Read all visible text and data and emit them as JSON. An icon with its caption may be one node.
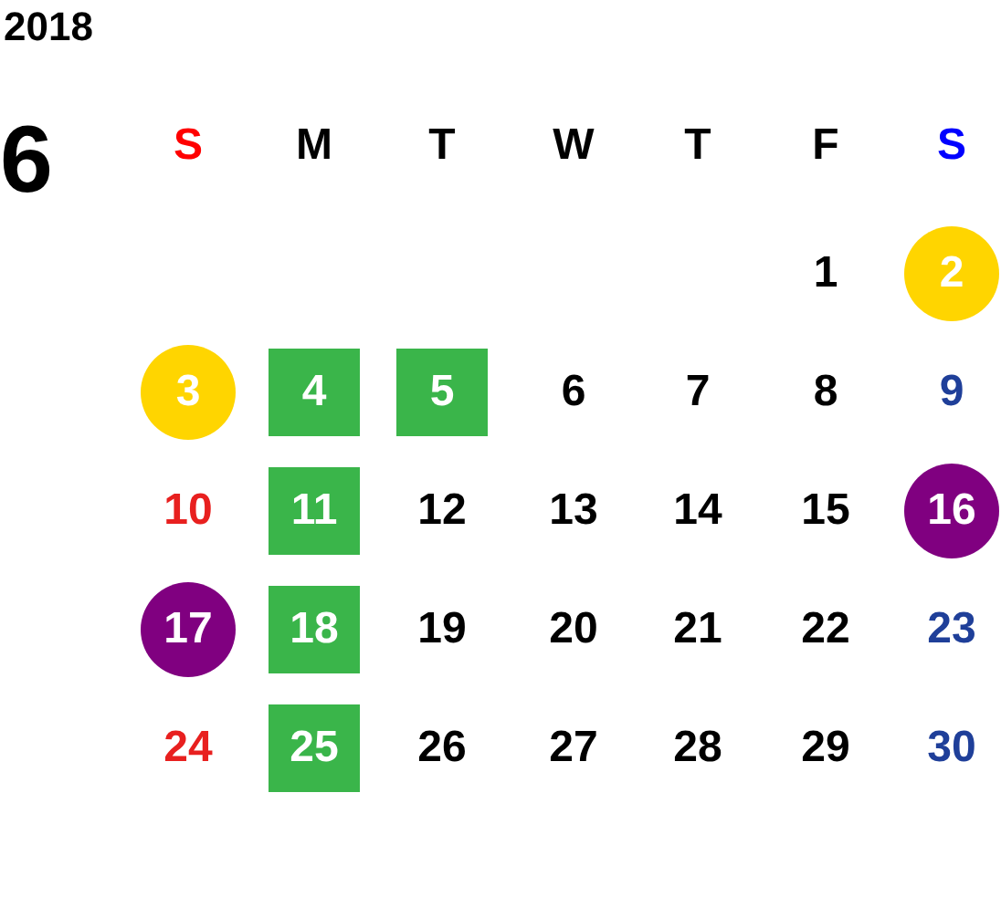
{
  "diagram": {
    "title": "2018",
    "nodes": [
      {
        "text": [
          "2"
        ]
      },
      {
        "text": [
          "3"
        ]
      },
      {
        "text": [
          "4"
        ]
      },
      {
        "text": [
          "5"
        ]
      },
      {
        "text": [
          "11"
        ]
      },
      {
        "text": [
          "16"
        ]
      },
      {
        "text": [
          "17"
        ]
      },
      {
        "text": [
          "18"
        ]
      },
      {
        "text": [
          "25"
        ]
      }
    ],
    "labels": [
      "6",
      "S",
      "M",
      "T",
      "W",
      "T",
      "F",
      "S",
      "1",
      "6",
      "7",
      "8",
      "9",
      "10",
      "12",
      "13",
      "14",
      "15",
      "19",
      "20",
      "21",
      "22",
      "23",
      "24",
      "26",
      "27",
      "28",
      "29",
      "30"
    ]
  }
}
